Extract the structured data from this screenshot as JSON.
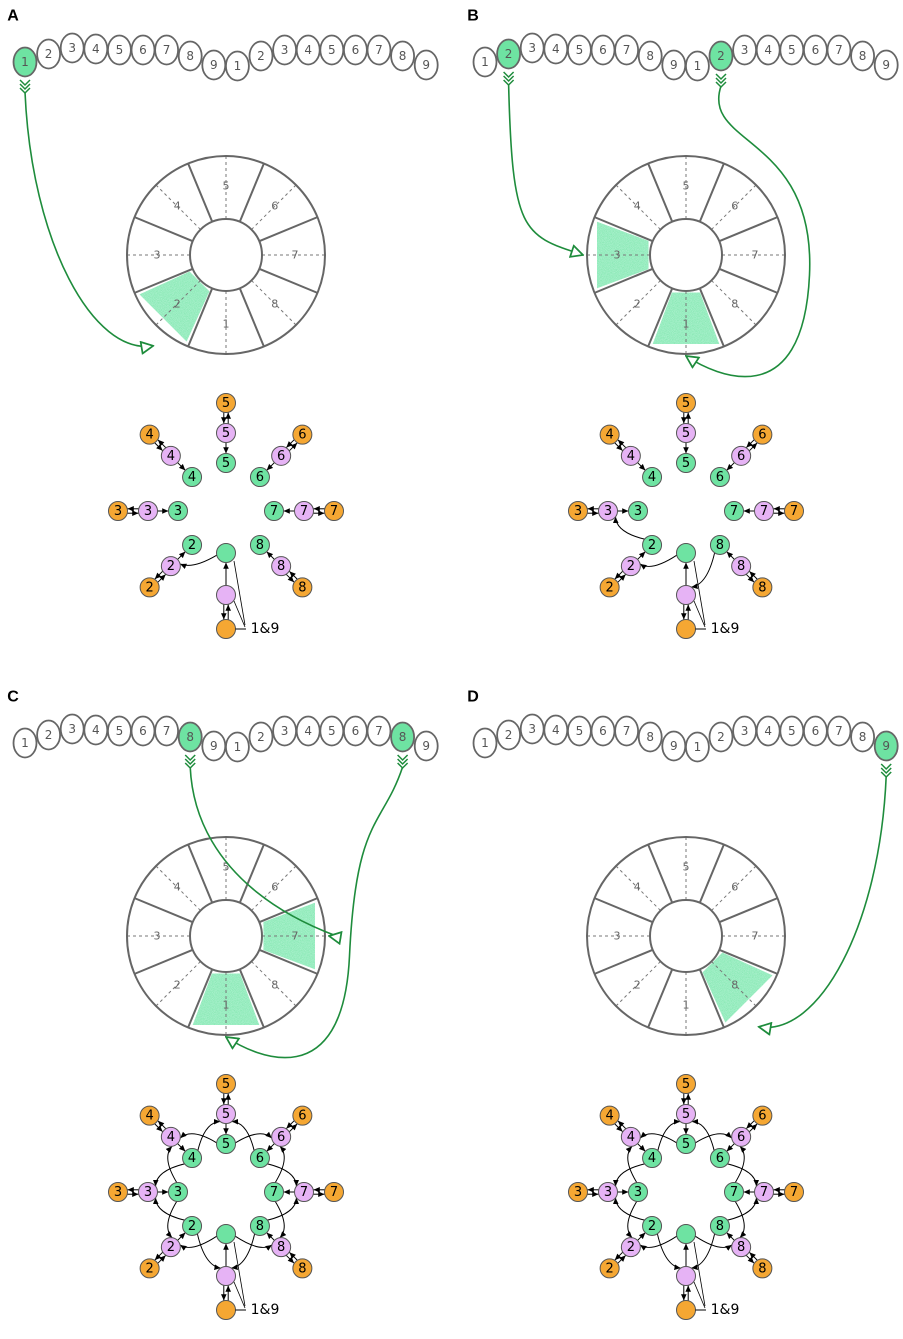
{
  "colors": {
    "active": "#6ee3a2",
    "arrow": "#1e8c3c",
    "orange": "#f5a733",
    "pink": "#e6b3f5",
    "green": "#6ee3a2",
    "outline": "#666666"
  },
  "sequence": [
    "1",
    "2",
    "3",
    "4",
    "5",
    "6",
    "7",
    "8",
    "9",
    "1",
    "2",
    "3",
    "4",
    "5",
    "6",
    "7",
    "8",
    "9"
  ],
  "wedge_labels": [
    "1",
    "2",
    "3",
    "4",
    "5",
    "6",
    "7",
    "8"
  ],
  "node_labels": [
    "1",
    "2",
    "3",
    "4",
    "5",
    "6",
    "7",
    "8"
  ],
  "common_label": "1&9",
  "panels": [
    {
      "label": "A",
      "active_segments": [
        0
      ],
      "active_wedges": [
        2
      ]
    },
    {
      "label": "B",
      "active_segments": [
        1,
        10
      ],
      "active_wedges": [
        3,
        1
      ]
    },
    {
      "label": "C",
      "active_segments": [
        7,
        16
      ],
      "active_wedges": [
        7,
        1
      ]
    },
    {
      "label": "D",
      "active_segments": [
        17
      ],
      "active_wedges": [
        8
      ]
    }
  ]
}
